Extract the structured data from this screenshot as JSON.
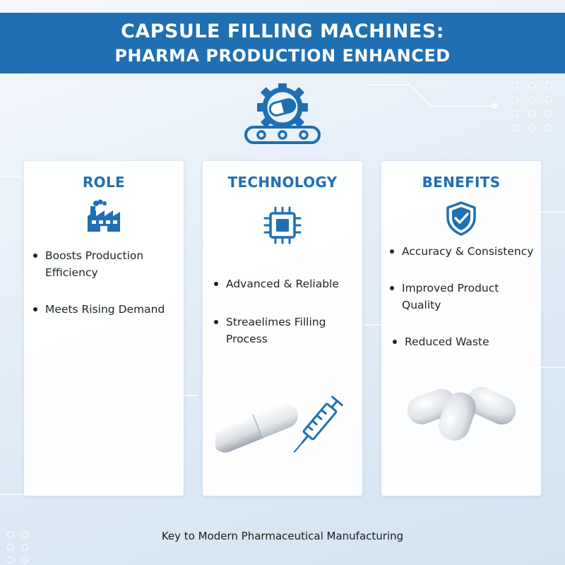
{
  "header": {
    "line1": "CAPSULE FILLING MACHINES:",
    "line2": "PHARMA PRODUCTION ENHANCED"
  },
  "hero": {
    "icon": "capsule-gear-conveyor-icon"
  },
  "columns": [
    {
      "title": "ROLE",
      "icon": "factory-icon",
      "items": [
        "Boosts Production Efficiency",
        "Meets Rising Demand"
      ]
    },
    {
      "title": "TECHNOLOGY",
      "icon": "microchip-icon",
      "items": [
        "Advanced & Reliable",
        "Streaelimes Filling Process"
      ]
    },
    {
      "title": "BENEFITS",
      "icon": "shield-check-icon",
      "items": [
        "Accuracy & Consistency",
        "Improved Product Quality",
        "Reduced Waste"
      ]
    }
  ],
  "footer": {
    "text": "Key to Modern Pharmaceutical Manufacturing"
  },
  "colors": {
    "primary": "#1f6fb2",
    "header_bg": "#1f6fb2",
    "text": "#1d232b"
  }
}
